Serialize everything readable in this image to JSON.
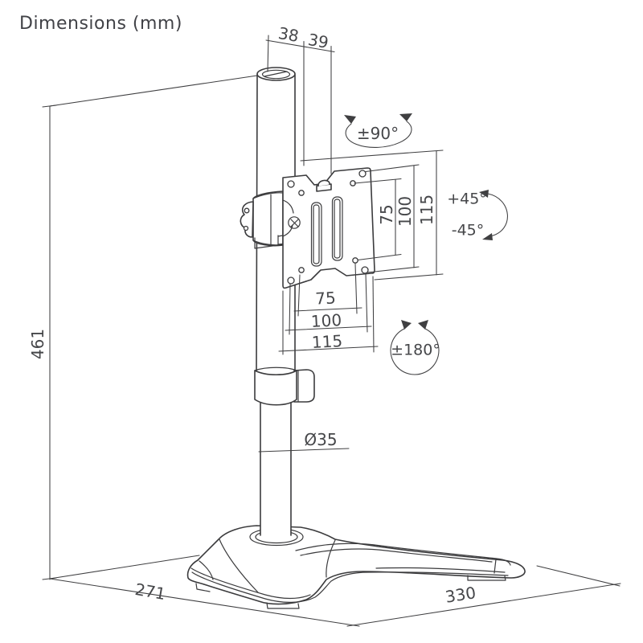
{
  "title": "Dimensions (mm)",
  "dimensions": {
    "top_left": "38",
    "top_right": "39",
    "height": "461",
    "base_depth": "271",
    "base_width": "330",
    "pole_diameter": "Ø35",
    "vesa_vertical": [
      "75",
      "100",
      "115"
    ],
    "vesa_horizontal": [
      "75",
      "100",
      "115"
    ]
  },
  "rotations": {
    "swivel": "±90°",
    "tilt_up": "+45°",
    "tilt_down": "-45°",
    "rotate": "±180°"
  },
  "colors": {
    "line": "#3b3b3d",
    "dimension_line": "#3f3f41",
    "text": "#46474a",
    "background": "#ffffff"
  }
}
